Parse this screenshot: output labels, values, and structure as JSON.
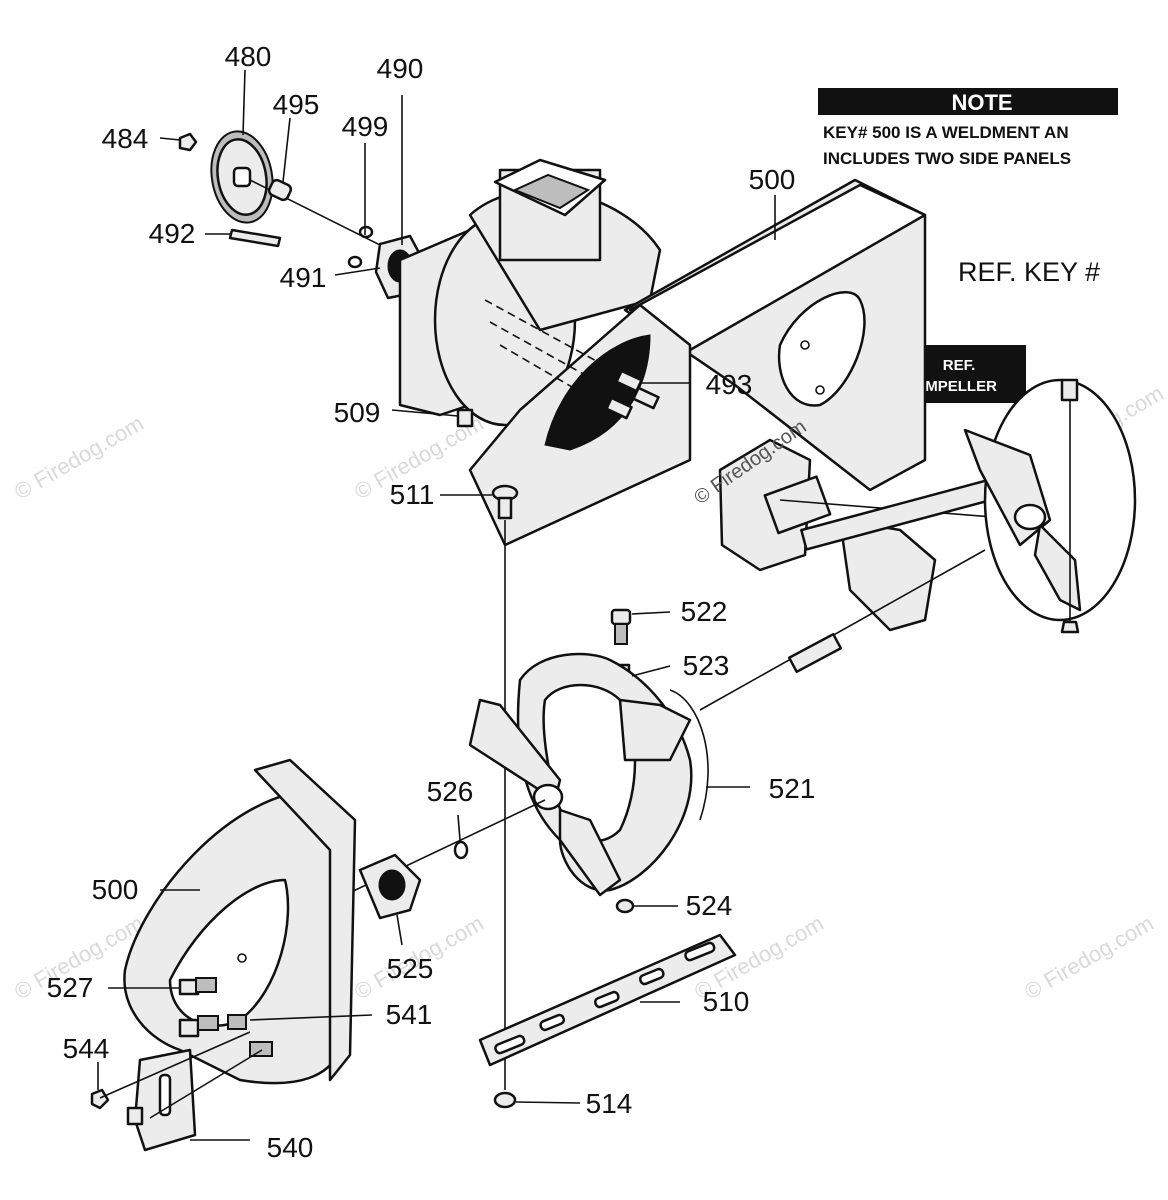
{
  "note": {
    "title": "NOTE",
    "line1": "KEY# 500 IS A WELDMENT AN",
    "line2": "INCLUDES TWO SIDE PANELS"
  },
  "ref_key": "REF. KEY #",
  "ref_impeller": {
    "line1": "REF.",
    "line2": "IMPELLER"
  },
  "watermarks": {
    "brand": "© Firedog.com"
  },
  "callouts": {
    "c480": "480",
    "c490": "490",
    "c495": "495",
    "c484": "484",
    "c499": "499",
    "c492": "492",
    "c491": "491",
    "c500_top": "500",
    "c493": "493",
    "c509": "509",
    "c511": "511",
    "c522": "522",
    "c523": "523",
    "c521": "521",
    "c526": "526",
    "c500_bottom": "500",
    "c524": "524",
    "c525": "525",
    "c527": "527",
    "c541": "541",
    "c510": "510",
    "c544": "544",
    "c514": "514",
    "c540": "540"
  }
}
